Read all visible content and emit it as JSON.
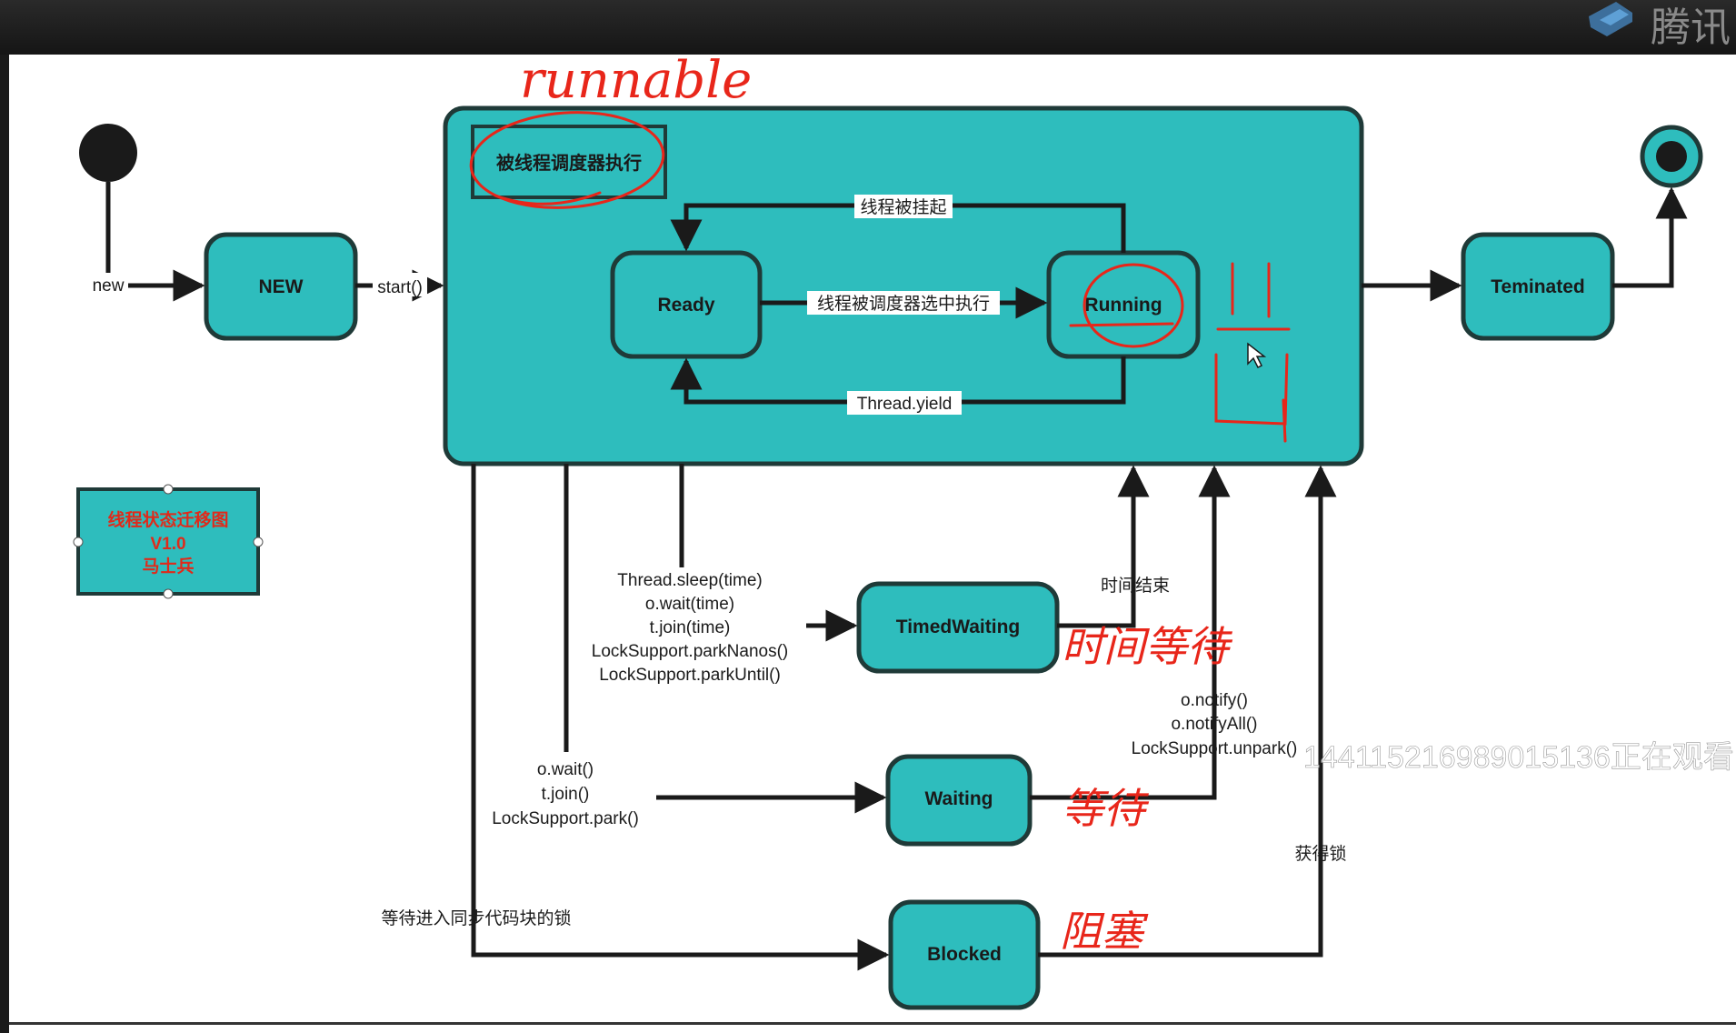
{
  "player": {
    "brand_text": "腾讯"
  },
  "diagram": {
    "states": {
      "new": "NEW",
      "ready": "Ready",
      "running": "Running",
      "terminated": "Teminated",
      "timed_waiting": "TimedWaiting",
      "waiting": "Waiting",
      "blocked": "Blocked"
    },
    "runnable_caption": "被线程调度器执行",
    "legend": {
      "line1": "线程状态迁移图",
      "line2": "V1.0",
      "line3": "马士兵"
    },
    "transitions": {
      "new": "new",
      "start": "start()",
      "suspended": "线程被挂起",
      "selected": "线程被调度器选中执行",
      "yield": "Thread.yield",
      "time_end": "时间结束",
      "acquire_lock": "获得锁",
      "wait_sync": "等待进入同步代码块的锁",
      "timed_calls": [
        "Thread.sleep(time)",
        "o.wait(time)",
        "t.join(time)",
        "LockSupport.parkNanos()",
        "LockSupport.parkUntil()"
      ],
      "wait_calls": [
        "o.wait()",
        "t.join()",
        "LockSupport.park()"
      ],
      "notify_calls": [
        "o.notify()",
        "o.notifyAll()",
        "LockSupport.unpark()"
      ]
    },
    "annotations": {
      "runnable": "runnable",
      "timed_wait": "时间等待",
      "waiting": "等待",
      "blocked": "阻塞"
    },
    "watermark": "144115216989015136正在观看",
    "colors": {
      "state_fill": "#2ebdbd",
      "stroke": "#1f3a38",
      "legend_text": "#e02a1a",
      "annotation": "#e8261a"
    }
  }
}
